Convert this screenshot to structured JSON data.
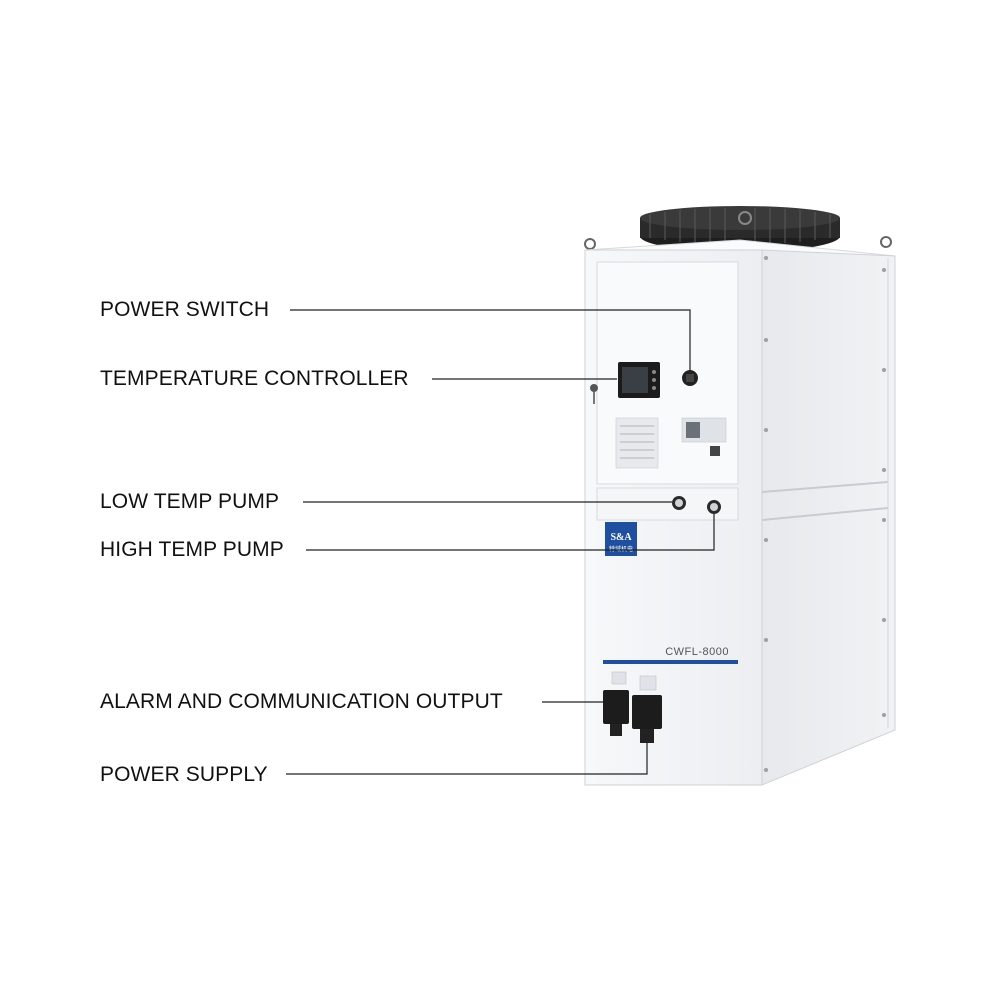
{
  "callouts": {
    "power_switch": "POWER SWITCH",
    "temperature_controller": "TEMPERATURE CONTROLLER",
    "low_temp_pump": "LOW TEMP PUMP",
    "high_temp_pump": "HIGH TEMP PUMP",
    "alarm_output": "ALARM AND COMMUNICATION OUTPUT",
    "power_supply": "POWER SUPPLY"
  },
  "unit": {
    "brand_logo": "S&A",
    "brand_subtext": "特域机电",
    "model": "CWFL-8000",
    "body_color": "#f4f5f7",
    "accent_blue": "#1f4fa0",
    "line_color": "#222222"
  }
}
